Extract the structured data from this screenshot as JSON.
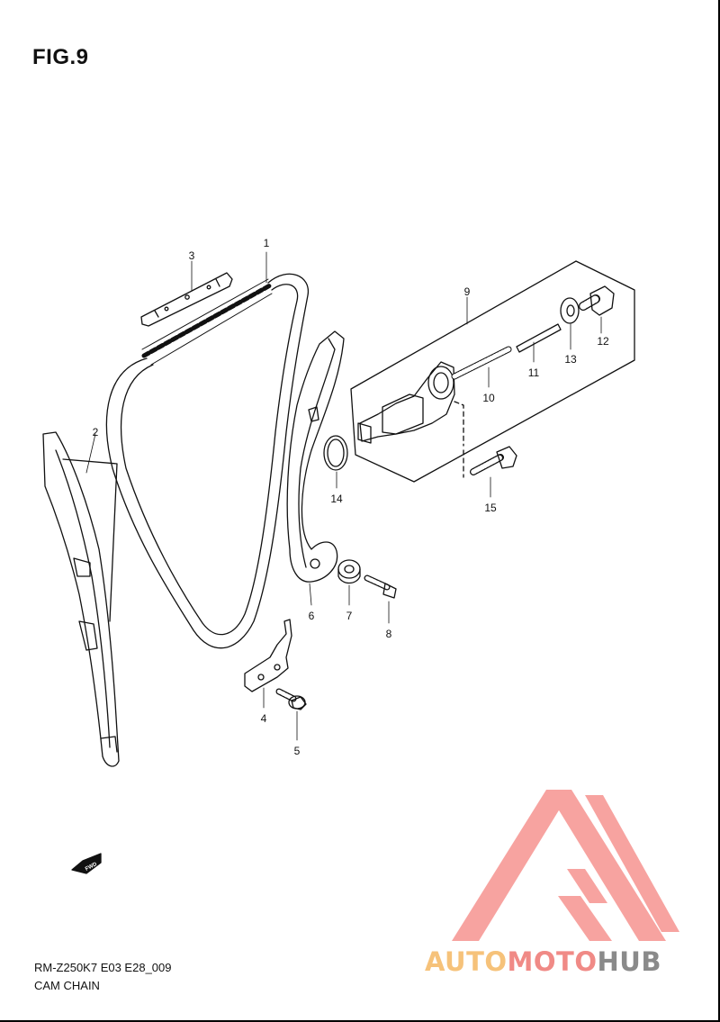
{
  "figure": {
    "title": "FIG.9"
  },
  "callouts": [
    "1",
    "2",
    "3",
    "4",
    "5",
    "6",
    "7",
    "8",
    "9",
    "10",
    "11",
    "12",
    "13",
    "14",
    "15"
  ],
  "fwd_label": "FWD",
  "footer": {
    "code": "RM-Z250K7 E03 E28_009",
    "title": "CAM CHAIN"
  },
  "watermark": {
    "text_part1": "AUTO",
    "text_part2": "MOTO",
    "text_part3": "HUB",
    "colors": {
      "orange": "#f6c27a",
      "red": "#f08a86",
      "gray": "#8a8a8a"
    }
  }
}
